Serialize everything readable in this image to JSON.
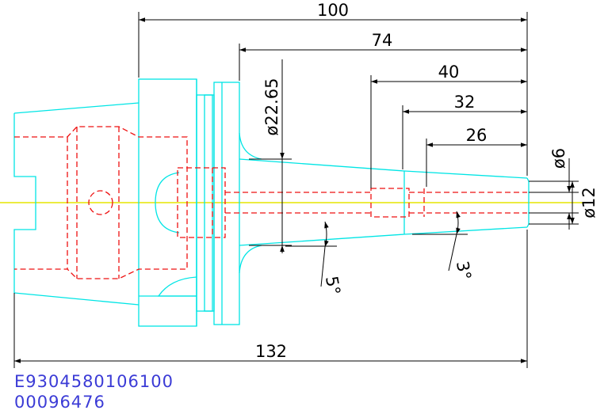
{
  "dimensions": {
    "overall_length": "100",
    "taper_length": "74",
    "len_40": "40",
    "len_32": "32",
    "len_26": "26",
    "total_length": "132",
    "flange_diameter": "ø22.65",
    "bore_small": "ø6",
    "bore_large": "ø12",
    "angle_body": "5°",
    "angle_tip": "3°"
  },
  "part_number": "E9304580106100",
  "serial_number": "00096476",
  "colors": {
    "part_outline": "#00e5e5",
    "hidden_lines": "#ee1111",
    "dimension_lines": "#000000",
    "center_line": "#e6e600",
    "code_text": "#3b3bd6"
  }
}
